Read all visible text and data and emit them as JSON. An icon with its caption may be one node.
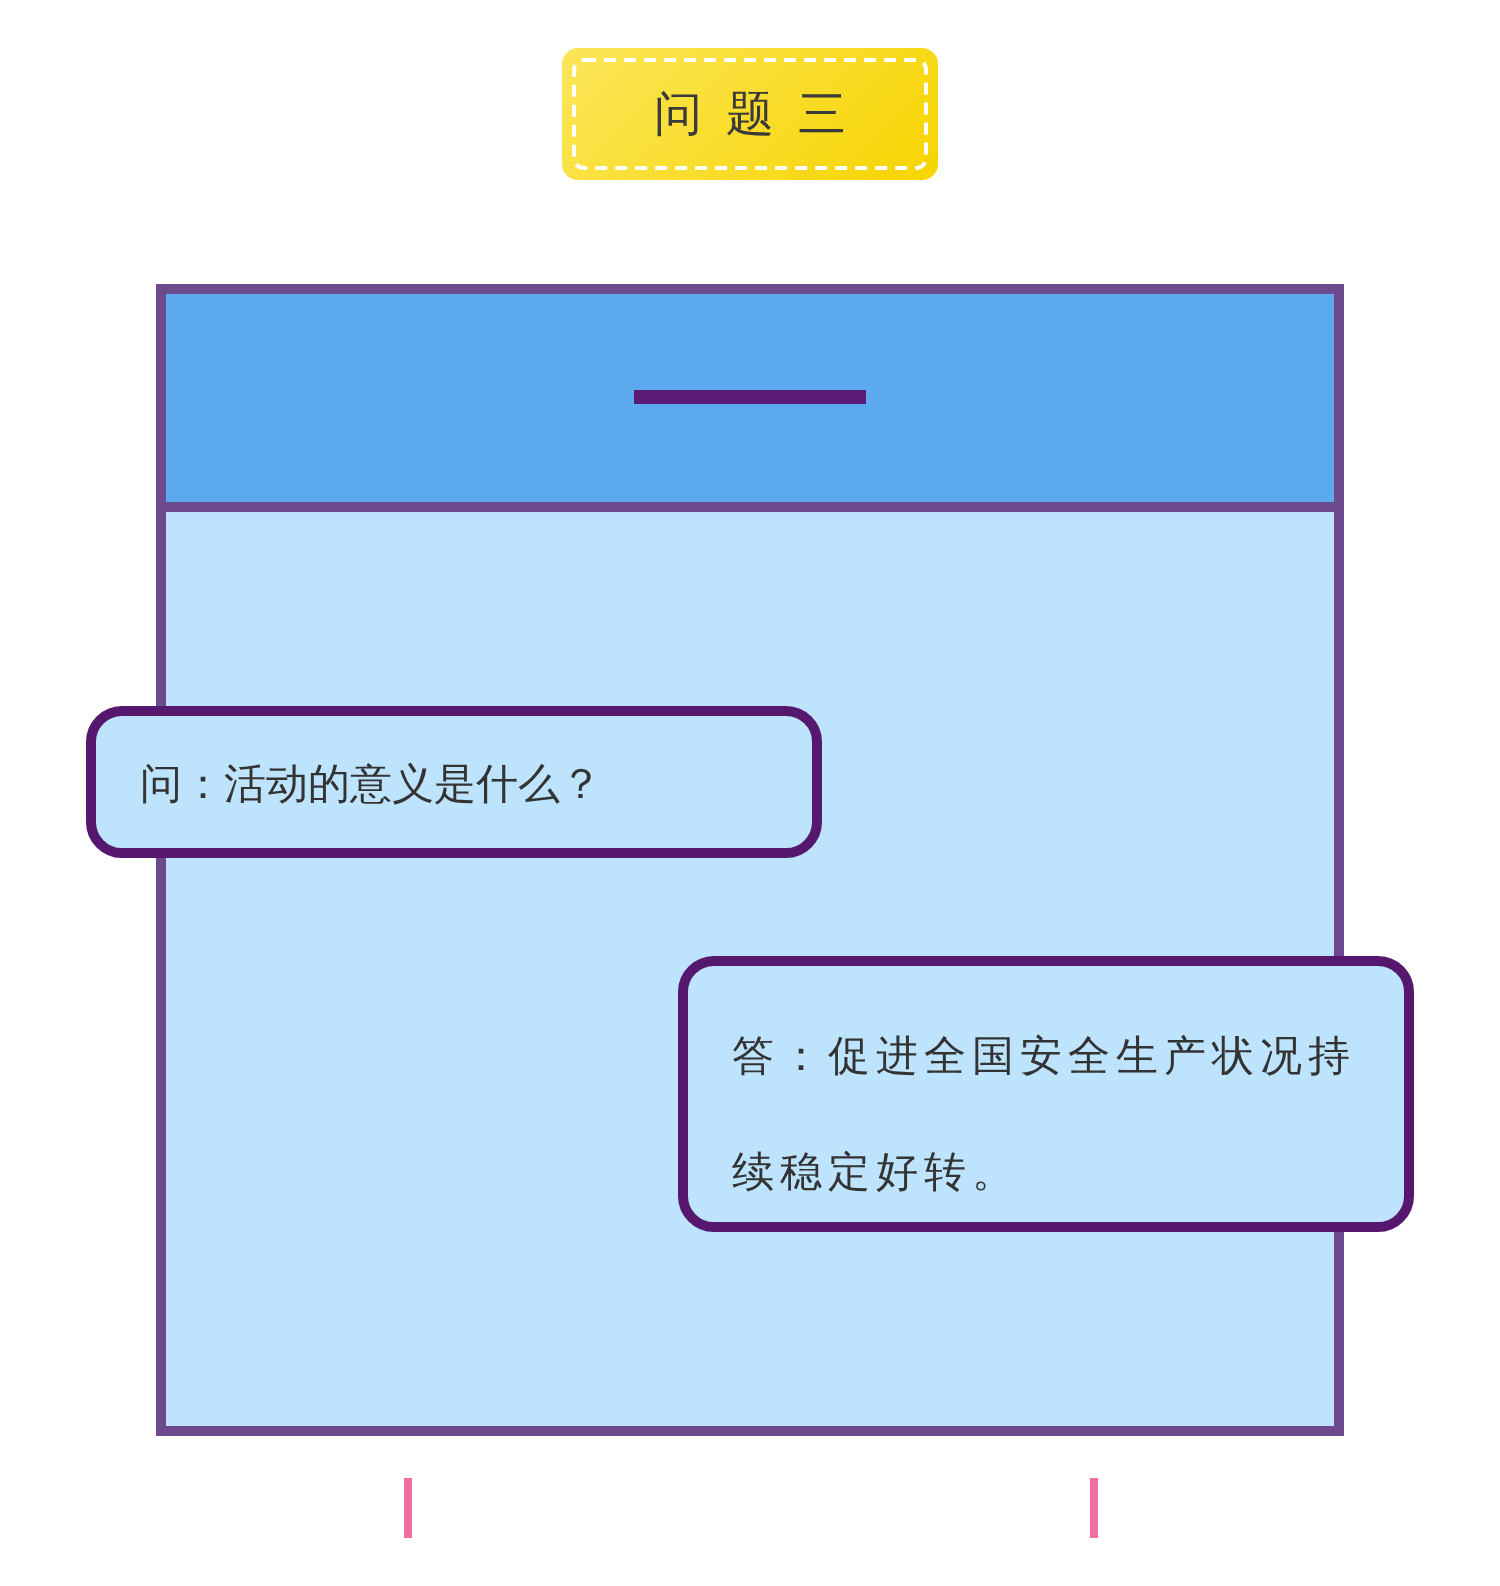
{
  "diagram": {
    "title": "问题三",
    "nodes": [
      {
        "text": [
          "问：活动的意义是什么？"
        ]
      },
      {
        "text": [
          "答：促进全国安全生产状况持续稳定好转。"
        ]
      }
    ]
  }
}
